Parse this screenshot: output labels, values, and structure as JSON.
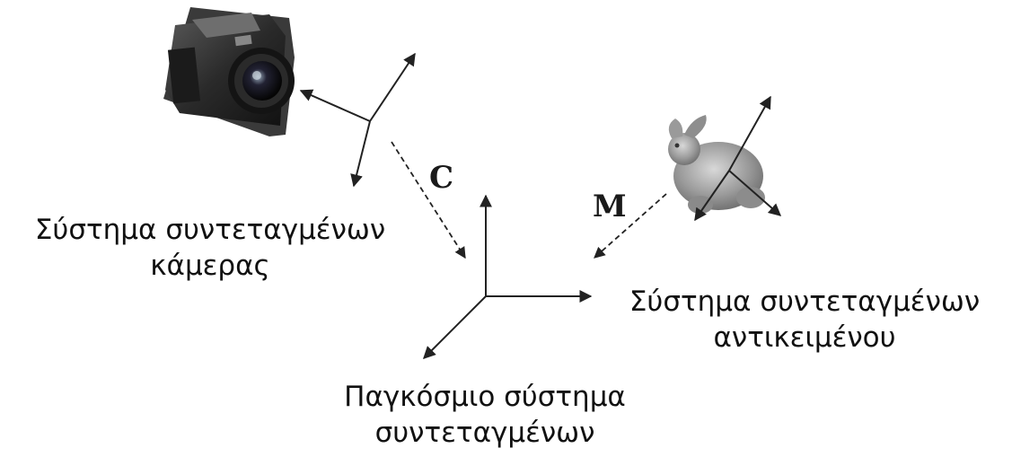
{
  "labels": {
    "camera": [
      "Σύστημα συντεταγμένων",
      "κάμερας"
    ],
    "object": [
      "Σύστημα συντεταγμένων",
      "αντικειμένου"
    ],
    "world": [
      "Παγκόσμιο σύστημα",
      "συντεταγμένων"
    ]
  },
  "transforms": {
    "camera_to_world": "C",
    "object_to_world": "M"
  },
  "colors": {
    "arrow": "#222222",
    "text": "#111111"
  },
  "icons": [
    "camera-icon",
    "bunny-icon"
  ]
}
